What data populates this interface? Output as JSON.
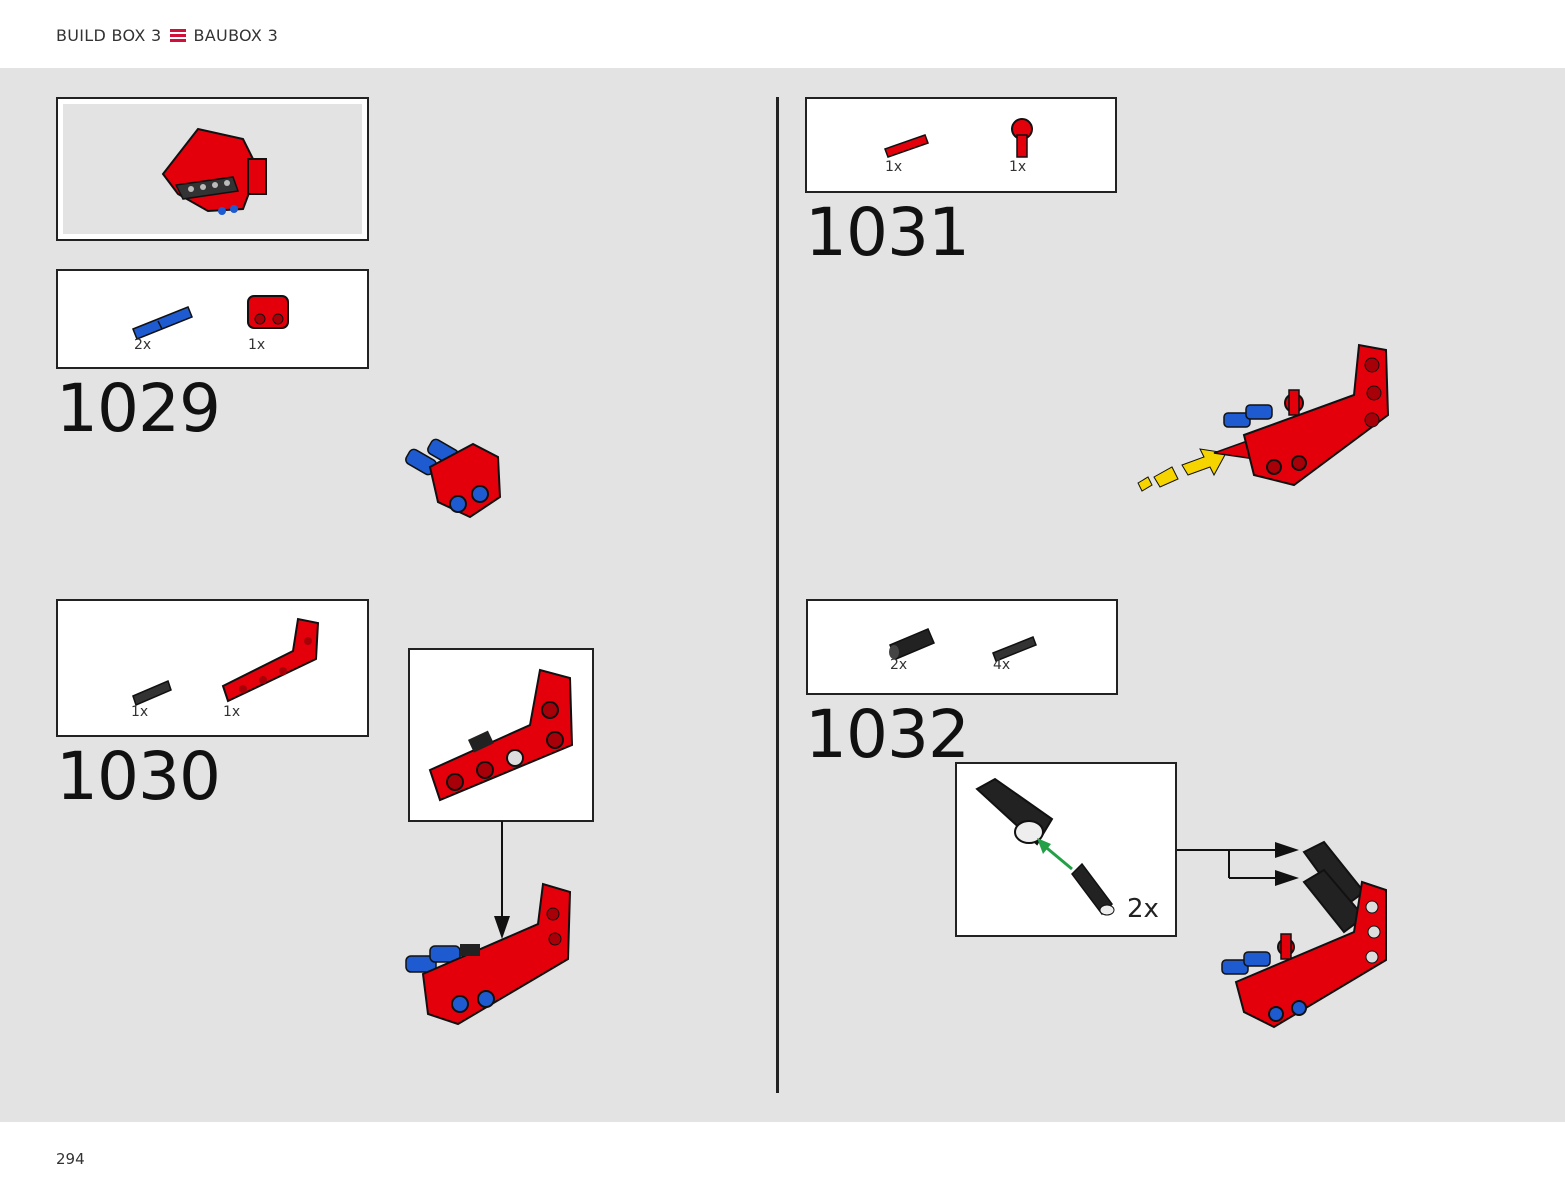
{
  "header": {
    "left": "BUILD BOX 3",
    "right": "BAUBOX 3"
  },
  "page_number": "294",
  "steps": [
    {
      "number": "1029",
      "parts": [
        {
          "qty": "2x"
        },
        {
          "qty": "1x"
        }
      ]
    },
    {
      "number": "1030",
      "parts": [
        {
          "qty": "1x"
        },
        {
          "qty": "1x"
        }
      ]
    },
    {
      "number": "1031",
      "parts": [
        {
          "qty": "1x"
        },
        {
          "qty": "1x"
        }
      ]
    },
    {
      "number": "1032",
      "parts": [
        {
          "qty": "2x"
        },
        {
          "qty": "4x"
        }
      ],
      "subassembly_qty": "2x"
    }
  ],
  "colors": {
    "red": "#e3000b",
    "blue": "#1e5bd1",
    "black": "#222222",
    "yellow": "#f5d400",
    "green": "#23a046",
    "accent": "#d0103a"
  }
}
